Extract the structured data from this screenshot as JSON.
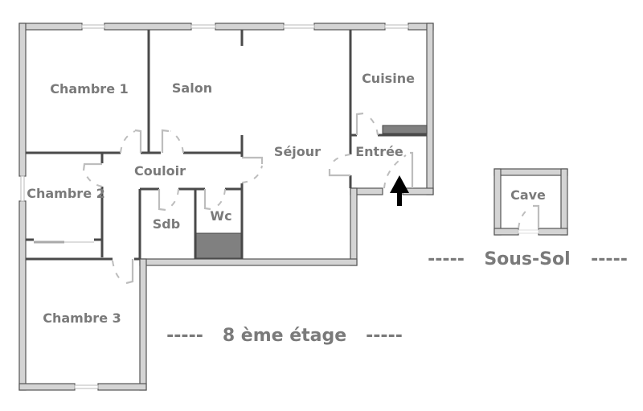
{
  "plan": {
    "floor_label": "8 ème étage",
    "basement_label": "Sous-Sol",
    "dash_left": "-----",
    "dash_right": "-----",
    "entry_arrow": "arrow-up-icon"
  },
  "rooms": [
    {
      "id": "chambre1",
      "label": "Chambre 1"
    },
    {
      "id": "salon",
      "label": "Salon"
    },
    {
      "id": "cuisine",
      "label": "Cuisine"
    },
    {
      "id": "sejour",
      "label": "Séjour"
    },
    {
      "id": "entree",
      "label": "Entrée"
    },
    {
      "id": "couloir",
      "label": "Couloir"
    },
    {
      "id": "chambre2",
      "label": "Chambre 2"
    },
    {
      "id": "sdb",
      "label": "Sdb"
    },
    {
      "id": "wc",
      "label": "Wc"
    },
    {
      "id": "chambre3",
      "label": "Chambre 3"
    },
    {
      "id": "cave",
      "label": "Cave"
    }
  ],
  "colors": {
    "wall_fill": "#d4d4d4",
    "wall_stroke": "#555555",
    "label": "#7a7a7a",
    "hatch": "#808080",
    "arrow": "#000000"
  }
}
